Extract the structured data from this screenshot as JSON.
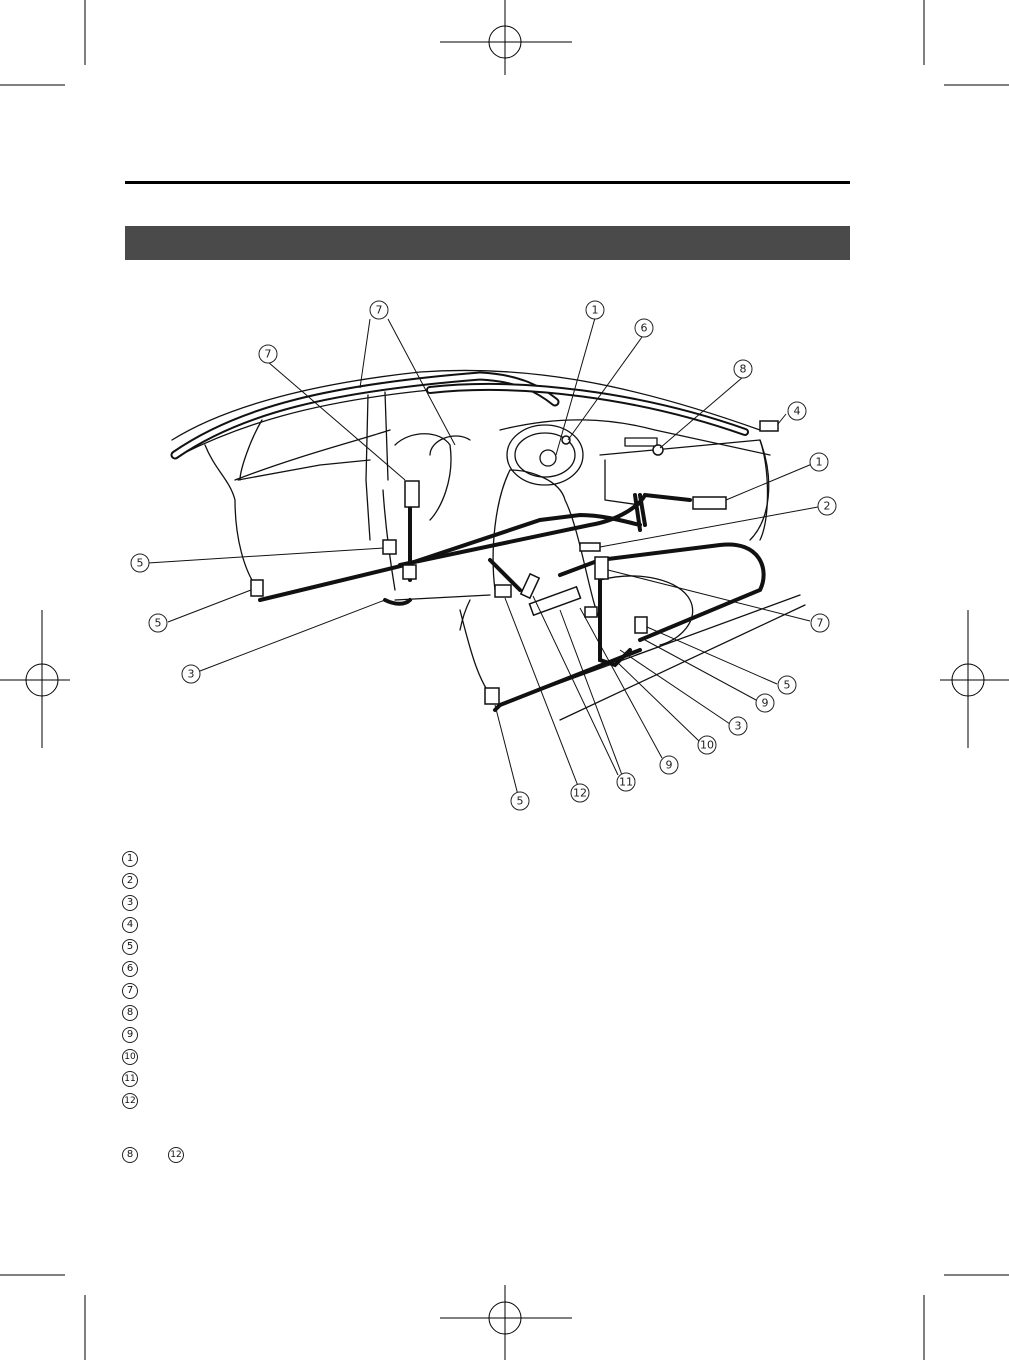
{
  "legend": [
    "1",
    "2",
    "3",
    "4",
    "5",
    "6",
    "7",
    "8",
    "9",
    "10",
    "11",
    "12"
  ],
  "callouts": {
    "c7a": "7",
    "c1a": "1",
    "c6": "6",
    "c7b": "7",
    "c8": "8",
    "c4": "4",
    "c1b": "1",
    "c2": "2",
    "c5a": "5",
    "c5b": "5",
    "c7c": "7",
    "c3a": "3",
    "c5c": "5",
    "c9a": "9",
    "c3b": "3",
    "c10": "10",
    "c9b": "9",
    "c11": "11",
    "c12": "12",
    "c5d": "5"
  },
  "note": {
    "first": "8",
    "second": "12"
  }
}
